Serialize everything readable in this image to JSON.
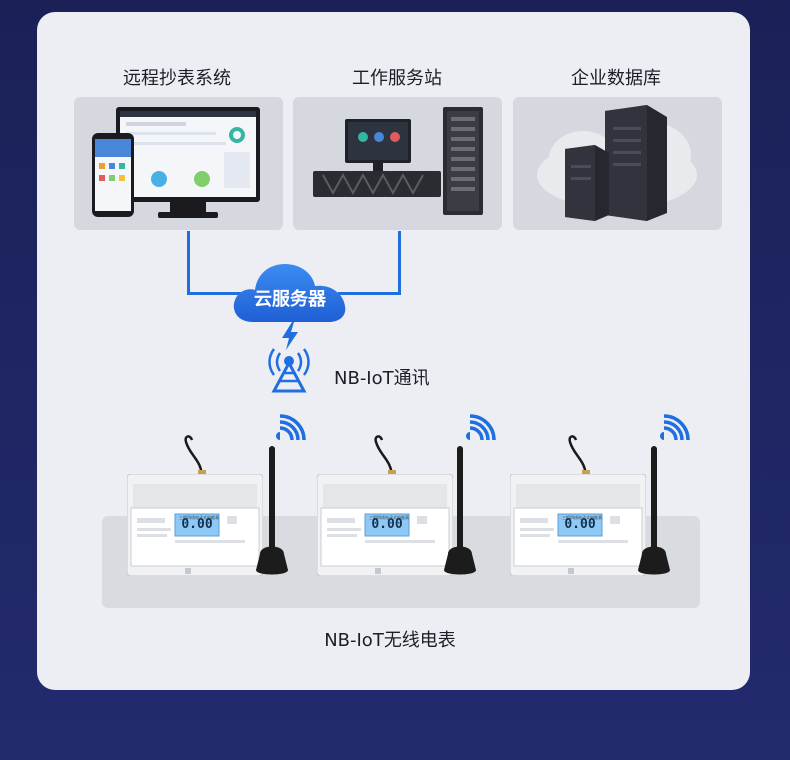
{
  "top_labels": [
    "远程抄表系统",
    "工作服务站",
    "企业数据库"
  ],
  "cloud_label": "云服务器",
  "comm_label": "NB-IoT通讯",
  "meter_reading": "0.00",
  "bottom_label": "NB-IoT无线电表",
  "colors": {
    "background": "#1b2157",
    "card": "#eceef3",
    "connector": "#1f6fe0",
    "cloud": "#2a73e6",
    "tower": "#1f6fe0",
    "lcd": "#8fc8f5"
  }
}
